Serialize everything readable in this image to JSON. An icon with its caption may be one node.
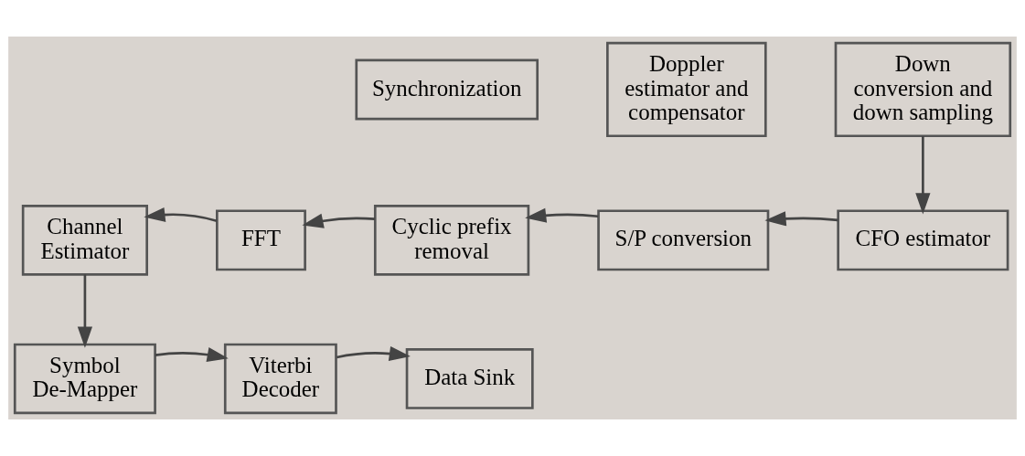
{
  "diagram": {
    "nodes": [
      {
        "text": [
          "Synchronization"
        ]
      },
      {
        "text": [
          "Doppler estimator and compensator"
        ]
      },
      {
        "text": [
          "Down conversion and down sampling"
        ]
      },
      {
        "text": [
          "CFO estimator"
        ]
      },
      {
        "text": [
          "S/P conversion"
        ]
      },
      {
        "text": [
          "Cyclic prefix removal"
        ]
      },
      {
        "text": [
          "FFT"
        ]
      },
      {
        "text": [
          "Channel Estimator"
        ]
      },
      {
        "text": [
          "Symbol De-Mapper"
        ]
      },
      {
        "text": [
          "Viterbi Decoder"
        ]
      },
      {
        "text": [
          "Data Sink"
        ]
      }
    ],
    "edges": [
      {
        "from": 2,
        "to": 3,
        "arrow": "to"
      },
      {
        "from": 3,
        "to": 4,
        "arrow": "to"
      },
      {
        "from": 4,
        "to": 5,
        "arrow": "to"
      },
      {
        "from": 5,
        "to": 6,
        "arrow": "to"
      },
      {
        "from": 6,
        "to": 7,
        "arrow": "to"
      },
      {
        "from": 7,
        "to": 8,
        "arrow": "to"
      },
      {
        "from": 8,
        "to": 9,
        "arrow": "to"
      },
      {
        "from": 9,
        "to": 10,
        "arrow": "to"
      }
    ]
  }
}
